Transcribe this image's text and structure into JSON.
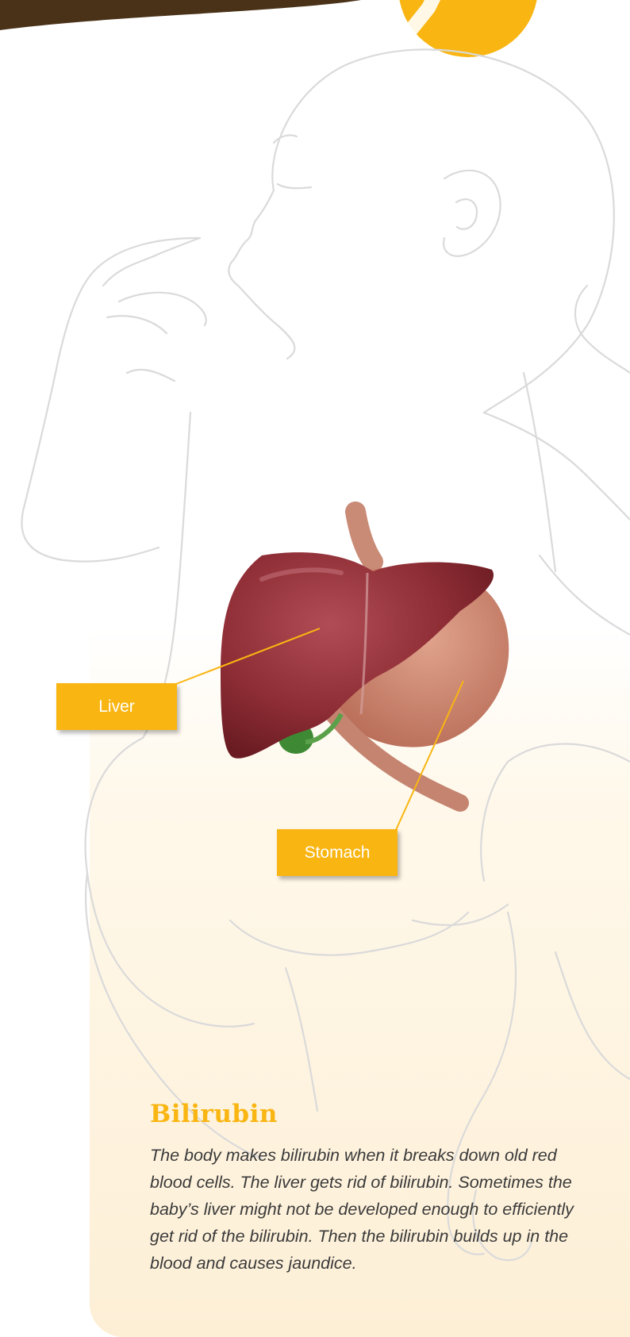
{
  "labels": {
    "liver": "Liver",
    "stomach": "Stomach"
  },
  "info": {
    "title": "Bilirubin",
    "body": "The body makes bilirubin when it breaks down old red blood cells. The liver gets rid of bilirubin. Sometimes the baby’s liver might not be developed enough to efficiently get rid of the bilirubin. Then the bilirubin builds up in the blood and causes jaundice."
  },
  "colors": {
    "accent": "#f9b512",
    "header_brown": "#4a3218",
    "outline": "#d9d9d9",
    "liver": "#8e2d35",
    "stomach": "#c9806a",
    "gallbladder": "#3e8a34",
    "panel": "#fdefd6"
  },
  "icons": {
    "header_badge": "check-badge-icon"
  }
}
